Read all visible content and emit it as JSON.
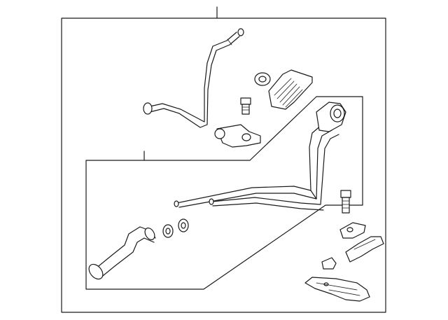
{
  "diagram": {
    "kind": "exploded-parts-diagram",
    "background": "#ffffff",
    "line_color": "#1a1a1a",
    "parts": [
      "vent-pipe",
      "grommet",
      "bracket",
      "bolt",
      "valve",
      "filler-pipe",
      "connector-hose",
      "seal",
      "o-ring",
      "bolt",
      "clip",
      "bracket",
      "clip",
      "heat-shield"
    ]
  }
}
